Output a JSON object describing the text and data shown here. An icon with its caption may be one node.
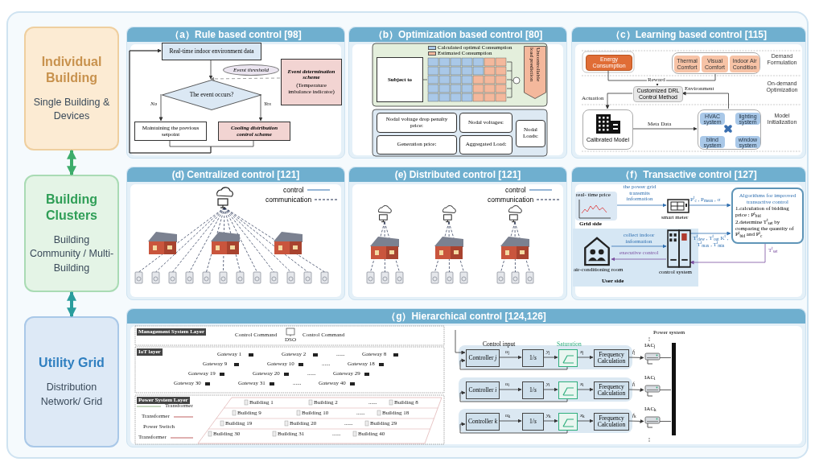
{
  "diagram": {
    "nodes": [
      {
        "text": [
          "Individual Building",
          "Single Building & Devices"
        ]
      },
      {
        "text": [
          "Building Clusters",
          "Building Community / Multi-Building"
        ]
      },
      {
        "text": [
          "Utility Grid",
          "Distribution Network/ Grid"
        ]
      },
      {
        "text": [
          "（a）Rule based control [98]"
        ]
      },
      {
        "text": [
          "Real-time indoor environment data"
        ],
        "in": 3
      },
      {
        "text": [
          "Event threshold"
        ],
        "in": 3
      },
      {
        "text": [
          "Event determination scheme",
          "(Temperature imbalance indicator)"
        ],
        "in": 3
      },
      {
        "text": [
          "The event occurs?"
        ],
        "in": 3
      },
      {
        "text": [
          "Maintaining the previous setpoint"
        ],
        "in": 3
      },
      {
        "text": [
          "Cooling distribution control scheme"
        ],
        "in": 3
      },
      {
        "text": [
          "（b）Optimization based control [80]"
        ]
      },
      {
        "text": [
          "Uncontrollable load prediction"
        ],
        "in": 10
      },
      {
        "text": [
          "Nodal voltage drop penalty price:"
        ],
        "in": 10
      },
      {
        "text": [
          "Nodal voltages:"
        ],
        "in": 10
      },
      {
        "text": [
          "Generation price:"
        ],
        "in": 10
      },
      {
        "text": [
          "Aggregated Load:"
        ],
        "in": 10
      },
      {
        "text": [
          "Nodal Loads:"
        ],
        "in": 10
      },
      {
        "text": [
          "Subject to"
        ],
        "in": 10
      },
      {
        "text": [
          "（c）Learning based control [115]"
        ]
      },
      {
        "text": [
          "Energy Consumption"
        ],
        "in": 18
      },
      {
        "text": [],
        "shape": "box",
        "in": 18
      },
      {
        "text": [
          "Thermal Comfort"
        ],
        "in": 20
      },
      {
        "text": [
          "Visual Comfort"
        ],
        "in": 20
      },
      {
        "text": [
          "Indoor Air Condition"
        ],
        "in": 20
      },
      {
        "text": [
          "Customized DRL Control Method"
        ],
        "in": 18
      },
      {
        "text": [
          "Calibrated Model"
        ],
        "in": 18
      },
      {
        "text": [],
        "shape": "box",
        "in": 18
      },
      {
        "text": [
          "HVAC system"
        ],
        "in": 26
      },
      {
        "text": [
          "lighting system"
        ],
        "in": 26
      },
      {
        "text": [
          "blind system"
        ],
        "in": 26
      },
      {
        "text": [
          "window system"
        ],
        "in": 26
      },
      {
        "text": [
          "(d) Centralized control [121]"
        ]
      },
      {
        "text": [
          "(e) Distributed control [121]"
        ]
      },
      {
        "text": [
          "（f）Transactive control [127]"
        ]
      },
      {
        "text": [
          "real- time price"
        ],
        "in": 33,
        "beside": [
          "Grid side"
        ]
      },
      {
        "text": [],
        "shape": "picture",
        "in": 33,
        "beside": [
          "smart meter"
        ]
      },
      {
        "text": [
          "Algorithms for improved transactive control",
          "1.calculation of bidding price : P$^{t}$$_{bid}$",
          "2.determine T$^{t}$$_{set}$ by comparing the quantity of P$^{t}$$_{bid}$ and P$^{t}$$_{c}$"
        ],
        "in": 33
      },
      {
        "text": [],
        "shape": "picture",
        "in": 33,
        "beside": [
          "air-conditioning room"
        ]
      },
      {
        "text": [],
        "shape": "picture",
        "in": 33,
        "beside": [
          "control system"
        ]
      },
      {
        "text": [
          "（g）Hierarchical control [124,126]"
        ]
      },
      {
        "text": [
          "Controller *j*"
        ],
        "in": 39
      },
      {
        "text": [
          "Controller *i*"
        ],
        "in": 39
      },
      {
        "text": [
          "Controller *k*"
        ],
        "in": 39
      },
      {
        "text": [
          "1/*s*"
        ],
        "in": 39
      },
      {
        "text": [
          "1/*s*"
        ],
        "in": 39
      },
      {
        "text": [
          "1/*s*"
        ],
        "in": 39
      },
      {
        "text": [],
        "shape": "box",
        "in": 39
      },
      {
        "text": [],
        "shape": "box",
        "in": 39
      },
      {
        "text": [],
        "shape": "box",
        "in": 39
      },
      {
        "text": [
          "Frequency Calculation"
        ],
        "in": 39
      },
      {
        "text": [
          "Frequency Calculation"
        ],
        "in": 39
      },
      {
        "text": [
          "Frequency Calculation"
        ],
        "in": 39
      },
      {
        "text": [],
        "shape": "picture",
        "in": 39,
        "beside": [
          "IAC$_{j}$"
        ]
      },
      {
        "text": [],
        "shape": "picture",
        "in": 39,
        "beside": [
          "IAC$_{i}$"
        ]
      },
      {
        "text": [],
        "shape": "picture",
        "in": 39,
        "beside": [
          "IAC$_{k}$"
        ]
      },
      {
        "text": [],
        "shape": "bar",
        "in": 39,
        "beside": [
          "Power system"
        ]
      }
    ],
    "edges": [
      {
        "from": 0,
        "to": 1,
        "arrow": "both",
        "style": "thick",
        "color": "#3dac6b"
      },
      {
        "from": 1,
        "to": 2,
        "arrow": "both",
        "style": "thick",
        "color": "#2a9d9d"
      },
      {
        "from": 4,
        "to": 7,
        "arrow": "to"
      },
      {
        "from": 6,
        "to": 7,
        "arrow": "to",
        "style": "dashed",
        "color": "#888888"
      },
      {
        "from": 7,
        "to": 8,
        "arrow": "to",
        "label": "*No*"
      },
      {
        "from": 7,
        "to": 9,
        "arrow": "to",
        "label": "*Yes*"
      },
      {
        "from": 8,
        "to": 4,
        "arrow": "to"
      },
      {
        "from": 9,
        "to": 4,
        "arrow": "to"
      },
      {
        "from": 19,
        "to": 24,
        "arrow": "to",
        "label": "Reward"
      },
      {
        "from": 20,
        "to": 24,
        "arrow": "to"
      },
      {
        "from": 24,
        "to": 25,
        "arrow": "to",
        "label": "Actuation"
      },
      {
        "from": 25,
        "to": 26,
        "arrow": "to",
        "label": "Meta Data"
      },
      {
        "from": 26,
        "to": 24,
        "arrow": "to",
        "label": "Environment"
      },
      {
        "from": 34,
        "to": 35,
        "arrow": "to",
        "label": "the power grid transmits information",
        "color": "#2f6fb0"
      },
      {
        "from": 35,
        "to": 36,
        "arrow": "to",
        "label": "P$^{t}$$_{c}$ , P$_{mean}$ , σ",
        "color": "#2f6fb0"
      },
      {
        "from": 37,
        "to": 38,
        "arrow": "to",
        "label": "collect indoor information",
        "color": "#2f6fb0"
      },
      {
        "from": 38,
        "to": 37,
        "arrow": "to",
        "label": "executive control",
        "color": "#7a4fa0"
      },
      {
        "from": 38,
        "to": 36,
        "arrow": "to",
        "label": "T$^{t}$$_{dew}$ , T$^{t}$$_{out}$ K$^{t}$ , T$^{t}$$_{max}$ , T$^{t}$$_{min}$",
        "color": "#2f6fb0"
      },
      {
        "from": 36,
        "to": 38,
        "arrow": "to",
        "label": "T$^{t}$$_{set}$",
        "color": "#7a4fa0"
      },
      {
        "from": 40,
        "to": 43,
        "arrow": "to",
        "label": "*u*$_{j}$"
      },
      {
        "from": 41,
        "to": 44,
        "arrow": "to",
        "label": "*u*$_{i}$"
      },
      {
        "from": 42,
        "to": 45,
        "arrow": "to",
        "label": "*u*$_{k}$"
      },
      {
        "from": 43,
        "to": 46,
        "arrow": "to",
        "label": "*y*$_{j}$"
      },
      {
        "from": 44,
        "to": 47,
        "arrow": "to",
        "label": "*y*$_{i}$"
      },
      {
        "from": 45,
        "to": 48,
        "arrow": "to",
        "label": "*y*$_{k}$"
      },
      {
        "from": 46,
        "to": 49,
        "arrow": "to",
        "label": "*x*$_{j}$"
      },
      {
        "from": 47,
        "to": 50,
        "arrow": "to",
        "label": "*x*$_{i}$"
      },
      {
        "from": 48,
        "to": 51,
        "arrow": "to",
        "label": "*x*$_{k}$"
      },
      {
        "from": 49,
        "to": 52,
        "arrow": "to",
        "label": "*f*$_{j}$"
      },
      {
        "from": 50,
        "to": 53,
        "arrow": "to",
        "label": "*f*$_{i}$"
      },
      {
        "from": 51,
        "to": 54,
        "arrow": "to",
        "label": "*f*$_{k}$"
      },
      {
        "from": 52,
        "to": 55,
        "arrow": "none"
      },
      {
        "from": 53,
        "to": 55,
        "arrow": "none"
      },
      {
        "from": 54,
        "to": 55,
        "arrow": "none"
      },
      {
        "from": 46,
        "to": 40,
        "arrow": "to"
      },
      {
        "from": 47,
        "to": 41,
        "arrow": "to"
      },
      {
        "from": 48,
        "to": 42,
        "arrow": "to"
      },
      {
        "from": null,
        "to": 40,
        "arrow": "to"
      }
    ],
    "labels": [
      "Demand Formulation",
      "On-demand Optimization",
      "Model Initialization",
      "User side",
      "Management System Layer",
      "DSO",
      "Control Command",
      "Control Command",
      "IoT layer",
      "Gateway 1",
      "Gateway 2",
      "......",
      "Gateway 8",
      "Gateway 9",
      "Gateway 10",
      "......",
      "Gateway 18",
      "Gateway 19",
      "Gateway 20",
      "......",
      "Gateway 29",
      "Gateway 30",
      "Gateway 31",
      "......",
      "Gateway 40",
      "Power System Layer",
      "Building 1",
      "Building 2",
      "......",
      "Building 8",
      "Building 9",
      "Building 10",
      "......",
      "Building 18",
      "Building 19",
      "Building 20",
      "......",
      "Building 29",
      "Building 30",
      "Building 31",
      "......",
      "Building 40",
      "Transformer",
      "Transformer",
      "Power Switch",
      "Transformer",
      "Control input",
      "Saturation"
    ],
    "legend": [
      {
        "text": "Calculated optimal Consumption",
        "color": "#a9c8e8"
      },
      {
        "text": "Estimated Consumption",
        "color": "#f4b89c"
      },
      {
        "text": "control"
      },
      {
        "text": "communication"
      },
      {
        "text": "control"
      },
      {
        "text": "communication"
      }
    ]
  }
}
